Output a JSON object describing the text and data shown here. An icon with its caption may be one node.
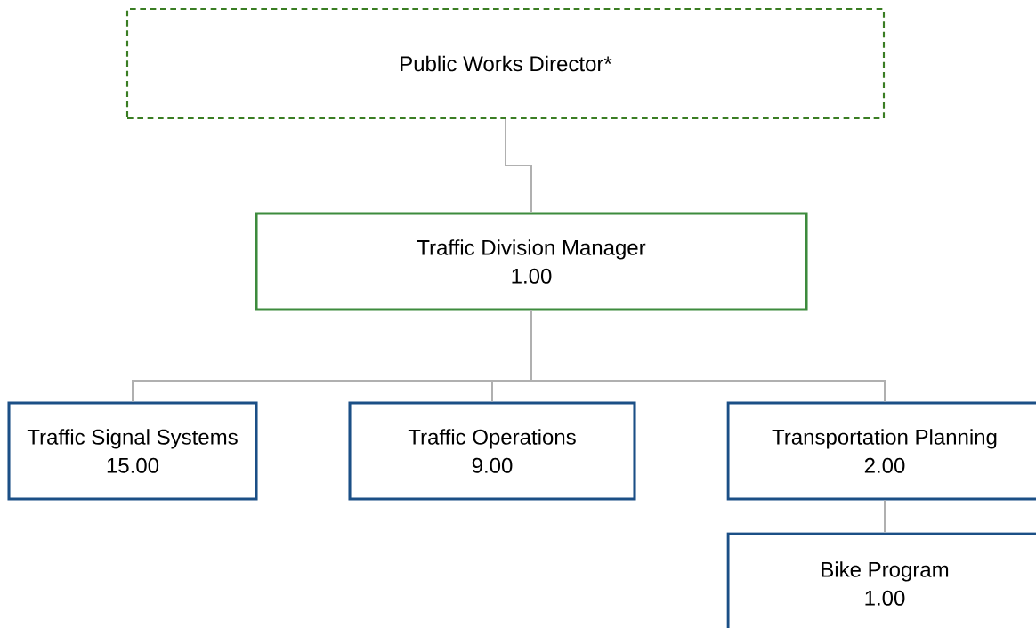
{
  "diagram": {
    "nodes": [
      {
        "text": [
          "Public Works Director*"
        ]
      },
      {
        "text": [
          "Traffic Division Manager",
          "1.00"
        ]
      },
      {
        "text": [
          "Traffic Signal Systems",
          "15.00"
        ]
      },
      {
        "text": [
          "Traffic Operations",
          "9.00"
        ]
      },
      {
        "text": [
          "Transportation Planning",
          "2.00"
        ]
      },
      {
        "text": [
          "Bike Program",
          "1.00"
        ]
      }
    ],
    "edges": [
      {
        "from": 0,
        "to": 1,
        "arrow": "none"
      },
      {
        "from": 1,
        "to": 2,
        "arrow": "none"
      },
      {
        "from": 1,
        "to": 3,
        "arrow": "none"
      },
      {
        "from": 1,
        "to": 4,
        "arrow": "none"
      },
      {
        "from": 4,
        "to": 5,
        "arrow": "none"
      }
    ]
  }
}
